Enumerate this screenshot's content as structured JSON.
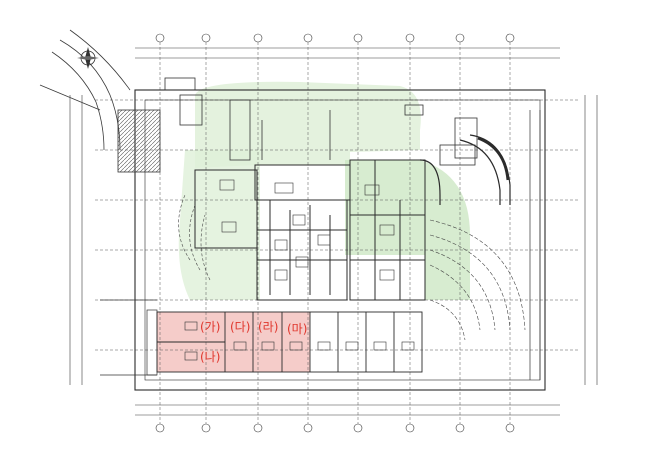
{
  "colors": {
    "background": "#ffffff",
    "line": "#3a3a3a",
    "green_zone": "#c9e6c0",
    "green_soft": "#dff0d8",
    "pink_units": "#f4c7c3",
    "label_red": "#e0362c"
  },
  "units": {
    "ga": "(가)",
    "na": "(나)",
    "da": "(다)",
    "ra": "(라)",
    "ma": "(마)"
  },
  "icons": {
    "north": "north-arrow-icon"
  }
}
